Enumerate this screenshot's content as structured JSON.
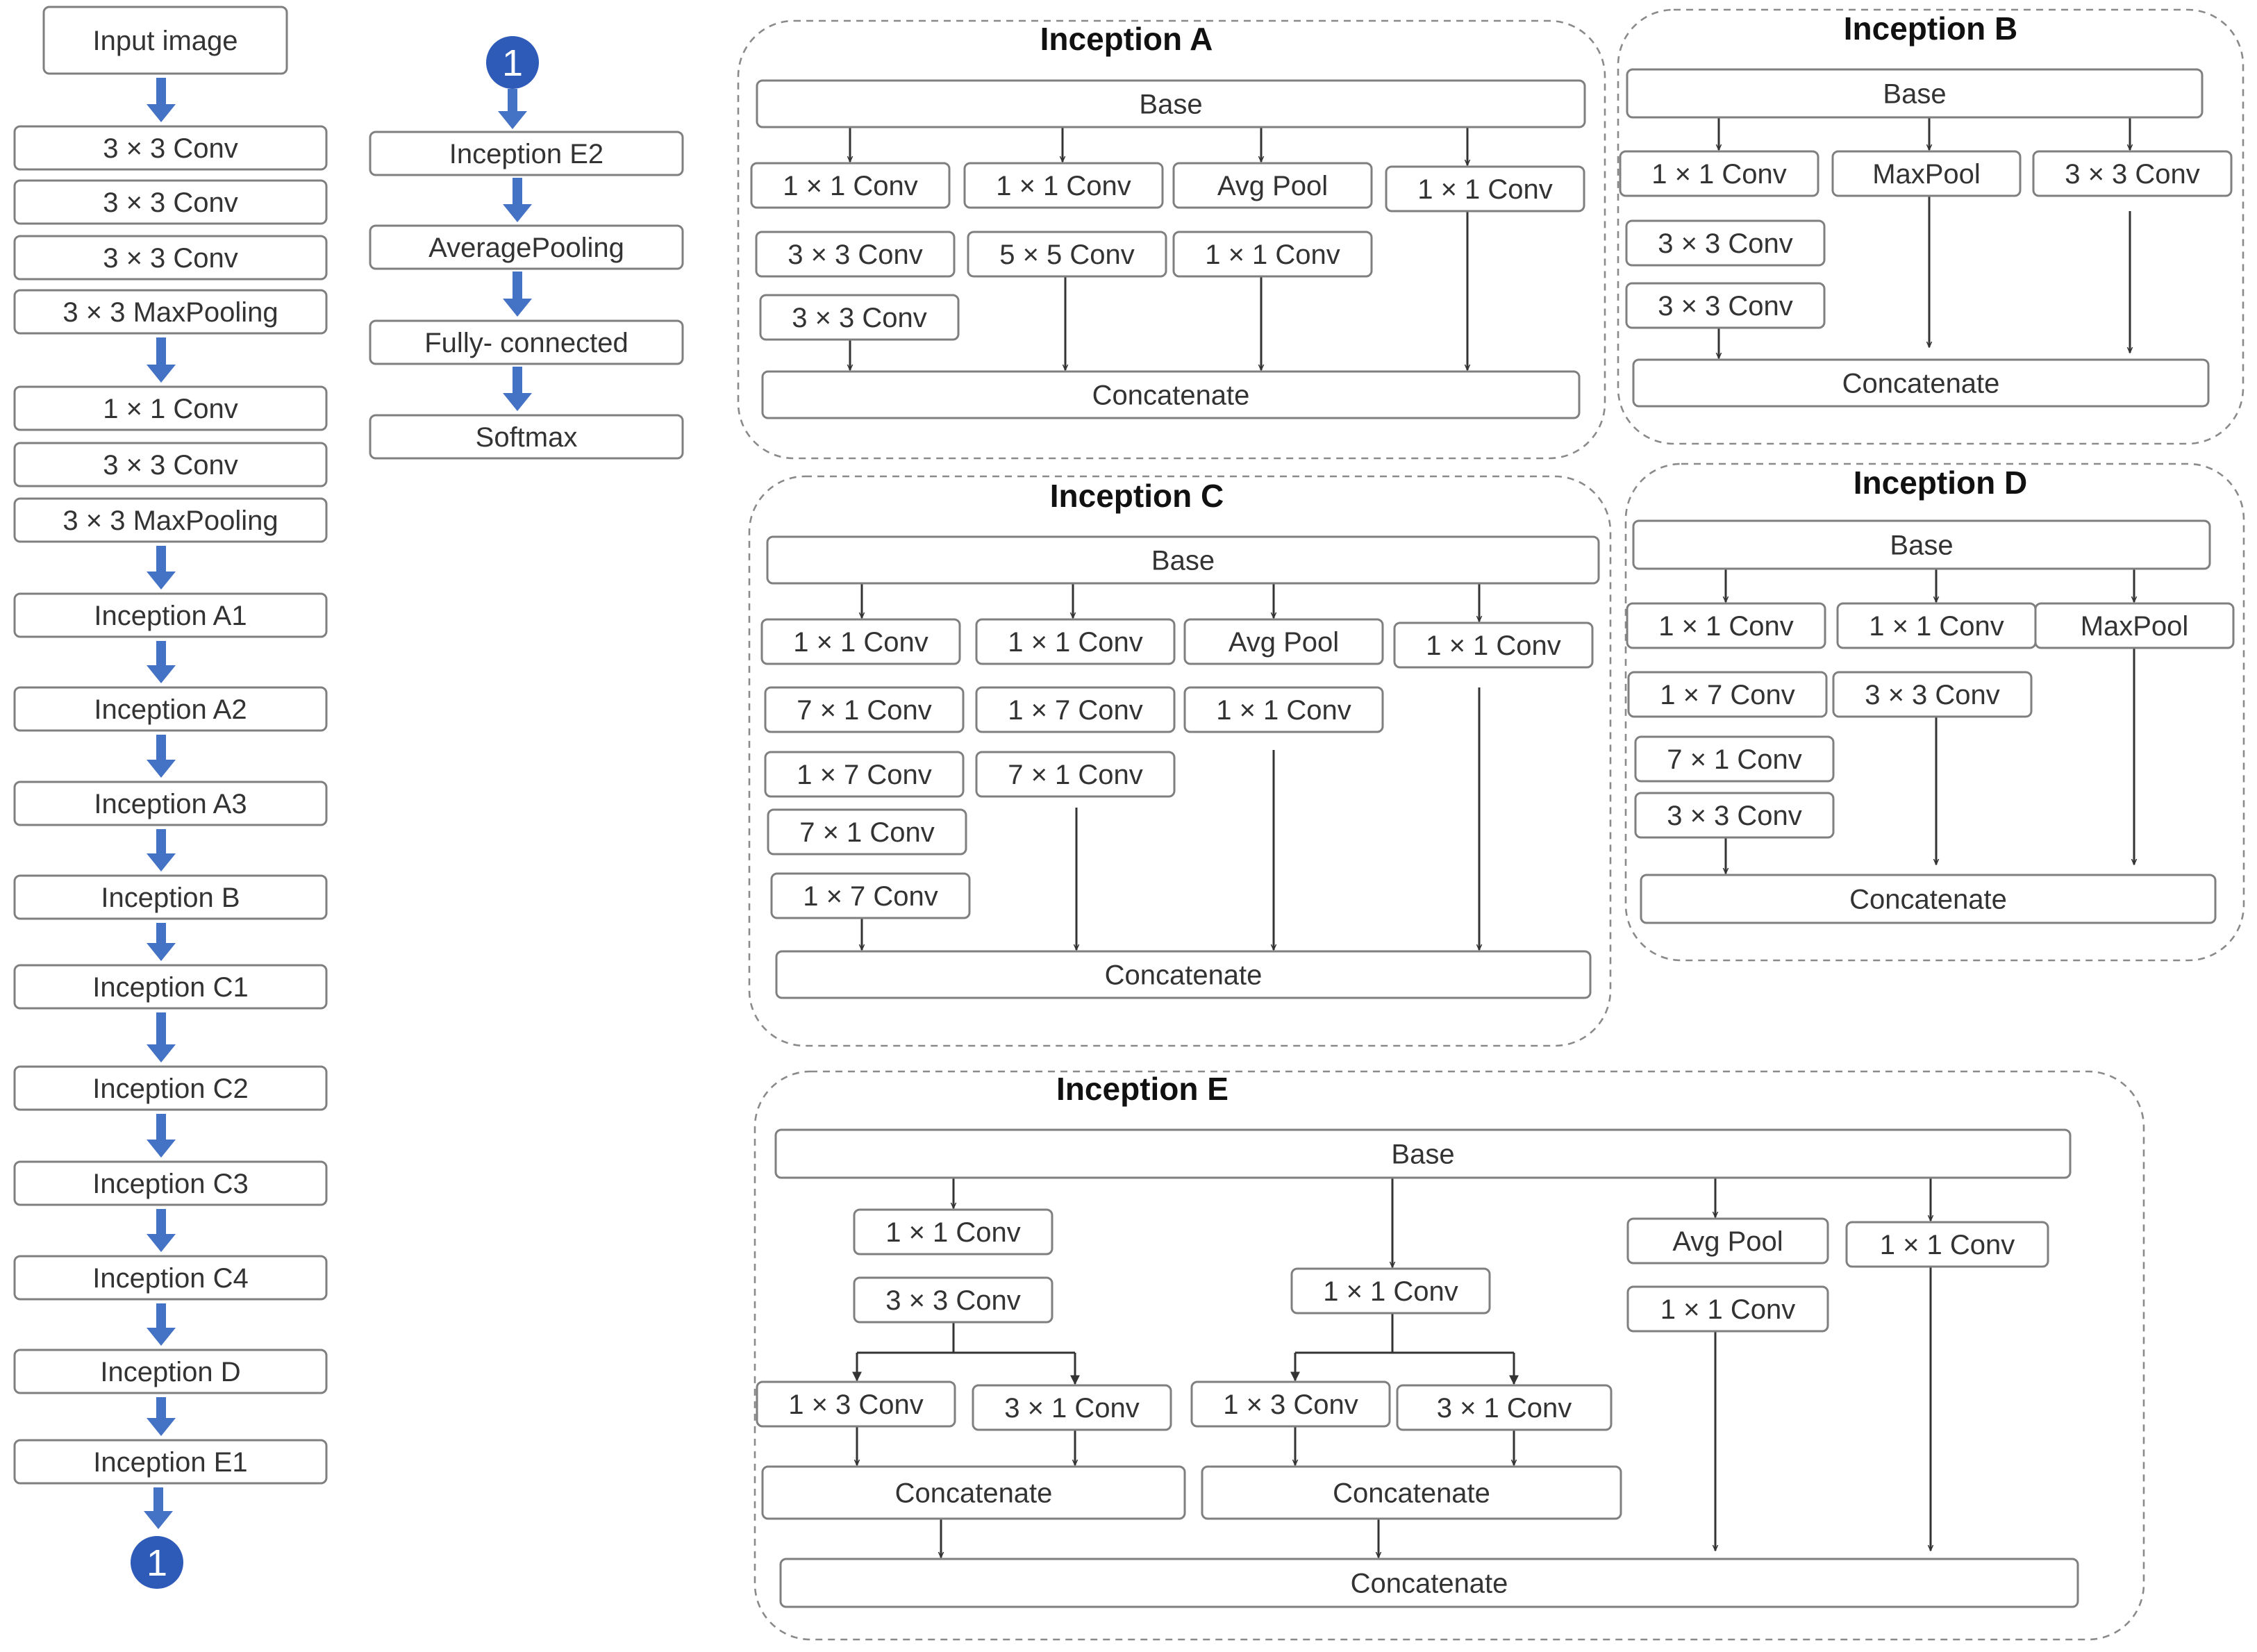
{
  "colors": {
    "arrow_blue": "#4472c4",
    "circle_blue": "#2e5bb8",
    "box_border": "#7f7f7f",
    "text": "#333333"
  },
  "main_flow": [
    "Input image",
    "3 × 3 Conv",
    "3 × 3 Conv",
    "3 × 3 Conv",
    "3 × 3 MaxPooling",
    "1 × 1 Conv",
    "3 × 3 Conv",
    "3 × 3 MaxPooling",
    "Inception A1",
    "Inception A2",
    "Inception A3",
    "Inception B",
    "Inception C1",
    "Inception C2",
    "Inception C3",
    "Inception C4",
    "Inception D",
    "Inception E1"
  ],
  "connector_label": "1",
  "tail_flow": [
    "Inception E2",
    "AveragePooling",
    "Fully- connected",
    "Softmax"
  ],
  "inception_a": {
    "title": "Inception A",
    "base": "Base",
    "branch1": [
      "1 × 1 Conv",
      "3 × 3 Conv",
      "3 × 3 Conv"
    ],
    "branch2": [
      "1 × 1 Conv",
      "5 × 5 Conv"
    ],
    "branch3": [
      "Avg Pool",
      "1 × 1 Conv"
    ],
    "branch4": [
      "1 × 1 Conv"
    ],
    "concat": "Concatenate"
  },
  "inception_b": {
    "title": "Inception B",
    "base": "Base",
    "branch1": [
      "1 × 1 Conv",
      "3 × 3 Conv",
      "3 × 3 Conv"
    ],
    "branch2": [
      "MaxPool"
    ],
    "branch3": [
      "3 × 3 Conv"
    ],
    "concat": "Concatenate"
  },
  "inception_c": {
    "title": "Inception C",
    "base": "Base",
    "branch1": [
      "1 × 1 Conv",
      "7 × 1 Conv",
      "1 × 7 Conv",
      "7 × 1 Conv",
      "1 × 7 Conv"
    ],
    "branch2": [
      "1 × 1 Conv",
      "1 × 7 Conv",
      "7 × 1 Conv"
    ],
    "branch3": [
      "Avg Pool",
      "1 × 1 Conv"
    ],
    "branch4": [
      "1 × 1 Conv"
    ],
    "concat": "Concatenate"
  },
  "inception_d": {
    "title": "Inception D",
    "base": "Base",
    "branch1": [
      "1 × 1 Conv",
      "1 × 7 Conv",
      "7 × 1 Conv",
      "3 × 3 Conv"
    ],
    "branch2": [
      "1 × 1 Conv",
      "3 × 3 Conv"
    ],
    "branch3": [
      "MaxPool"
    ],
    "concat": "Concatenate"
  },
  "inception_e": {
    "title": "Inception E",
    "base": "Base",
    "branch1": [
      "1 × 1 Conv",
      "3 × 3 Conv"
    ],
    "branch1_split": [
      "1 × 3 Conv",
      "3 × 1 Conv"
    ],
    "branch1_concat": "Concatenate",
    "branch2": [
      "1 × 1 Conv"
    ],
    "branch2_split": [
      "1 × 3 Conv",
      "3 × 1 Conv"
    ],
    "branch2_concat": "Concatenate",
    "branch3": [
      "Avg Pool",
      "1 × 1 Conv"
    ],
    "branch4": [
      "1 × 1 Conv"
    ],
    "concat": "Concatenate"
  }
}
